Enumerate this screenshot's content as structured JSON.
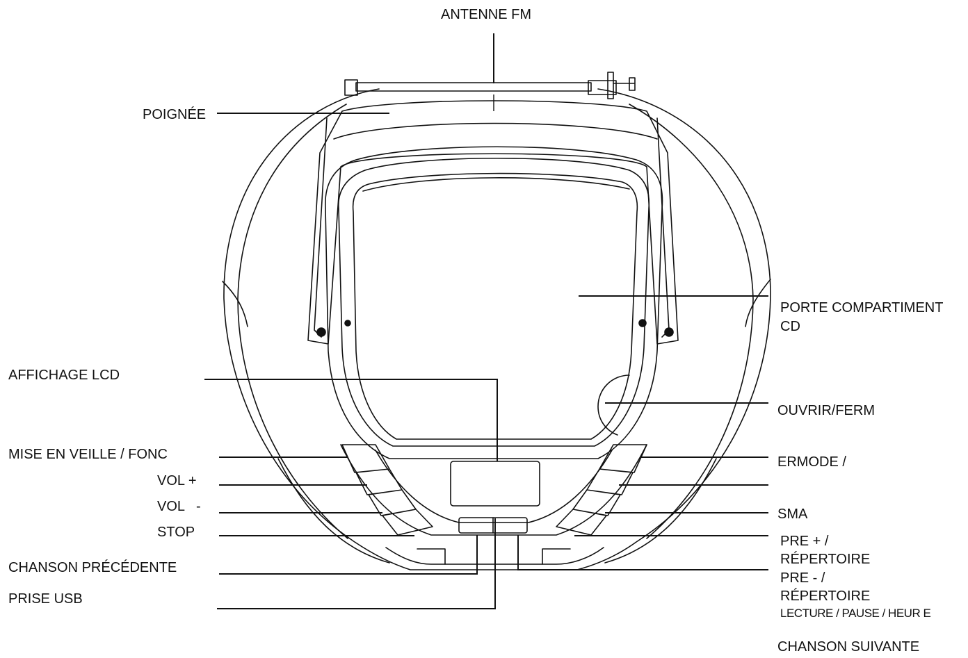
{
  "labels": {
    "antenne_fm": "ANTENNE FM",
    "poignee": "POIGNÉE",
    "porte_cd_1": "PORTE COMPARTIMENT",
    "porte_cd_2": "CD",
    "affichage_lcd": "AFFICHAGE LCD",
    "ouvrir_ferm": "OUVRIR/FERM",
    "mise_en_veille": "MISE EN VEILLE / FONC",
    "ermode": "ERMODE /",
    "vol_plus": "VOL +",
    "vol_minus": "VOL   -",
    "sma": "SMA",
    "stop": "STOP",
    "pre_plus_1": "PRE + /",
    "pre_plus_2": "RÉPERTOIRE",
    "chanson_precedente": "CHANSON PRÉCÉDENTE",
    "pre_minus_1": "PRE - /",
    "pre_minus_2": "RÉPERTOIRE",
    "prise_usb": "PRISE USB",
    "lecture_pause": "LECTURE / PAUSE / HEUR E",
    "chanson_suivante": "CHANSON SUIVANTE"
  },
  "colors": {
    "line": "#111111",
    "background": "#ffffff"
  }
}
